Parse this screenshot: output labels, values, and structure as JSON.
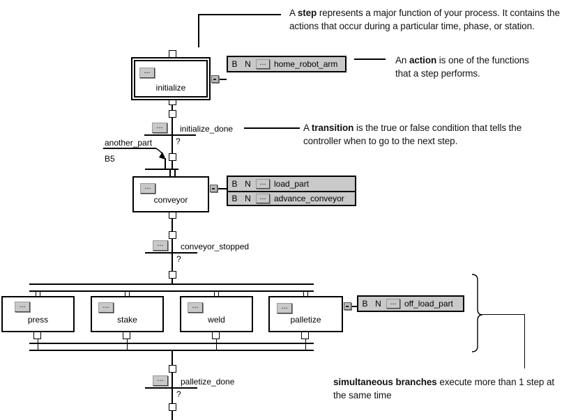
{
  "annotations": {
    "step": {
      "pre": "A ",
      "bold": "step",
      "rest": " represents a major function of your process. It contains the",
      "line2": "actions that occur during a particular time, phase, or station."
    },
    "action": {
      "pre": "An ",
      "bold": "action",
      "rest": " is one of the functions",
      "line2": "that a step performs."
    },
    "transition": {
      "pre": "A ",
      "bold": "transition",
      "rest": " is the true or false condition that tells the",
      "line2": "controller when to go to the next step."
    },
    "simultaneous": {
      "pre": "",
      "bold": "simultaneous branches",
      "rest": " execute more than 1 step at",
      "line2": "the same time"
    }
  },
  "steps": {
    "initialize": {
      "label": "initialize"
    },
    "conveyor": {
      "label": "conveyor"
    },
    "press": {
      "label": "press"
    },
    "stake": {
      "label": "stake"
    },
    "weld": {
      "label": "weld"
    },
    "palletize": {
      "label": "palletize"
    }
  },
  "transitions": {
    "initialize_done": {
      "label": "initialize_done"
    },
    "conveyor_stopped": {
      "label": "conveyor_stopped"
    },
    "palletize_done": {
      "label": "palletize_done"
    }
  },
  "actions": {
    "home_robot_arm": {
      "b": "B",
      "n": "N",
      "label": "home_robot_arm"
    },
    "load_part": {
      "b": "B",
      "n": "N",
      "label": "load_part"
    },
    "advance_conveyor": {
      "b": "B",
      "n": "N",
      "label": "advance_conveyor"
    },
    "off_load_part": {
      "b": "B",
      "n": "N",
      "label": "off_load_part"
    }
  },
  "jump": {
    "label": "another_part",
    "operand": "B5"
  },
  "glyphs": {
    "ellipsis": "...",
    "question": "?"
  },
  "colors": {
    "action_bg": "#c9c9c9",
    "button_bg": "#c8c8c8",
    "line": "#000000",
    "step_bg": "#ffffff"
  }
}
